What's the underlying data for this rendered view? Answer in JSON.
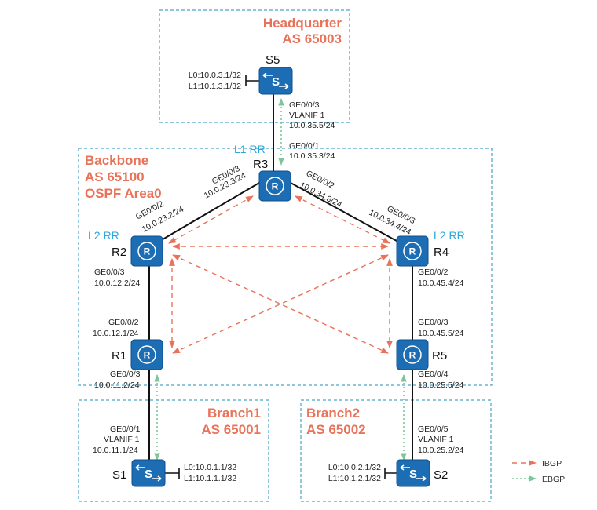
{
  "areas": {
    "headquarter": {
      "name": "Headquarter",
      "as": "AS 65003"
    },
    "backbone": {
      "name": "Backbone",
      "as": "AS 65100",
      "ospf": "OSPF Area0"
    },
    "branch1": {
      "name": "Branch1",
      "as": "AS 65001"
    },
    "branch2": {
      "name": "Branch2",
      "as": "AS 65002"
    }
  },
  "nodes": {
    "s5": {
      "name": "S5",
      "loopbacks": [
        "L0:10.0.3.1/32",
        "L1:10.1.3.1/32"
      ]
    },
    "r3": {
      "name": "R3",
      "rr": "L1 RR"
    },
    "r2": {
      "name": "R2",
      "rr": "L2 RR"
    },
    "r4": {
      "name": "R4",
      "rr": "L2 RR"
    },
    "r1": {
      "name": "R1"
    },
    "r5": {
      "name": "R5"
    },
    "s1": {
      "name": "S1",
      "loopbacks": [
        "L0:10.0.1.1/32",
        "L1:10.1.1.1/32"
      ]
    },
    "s2": {
      "name": "S2",
      "loopbacks": [
        "L0:10.0.2.1/32",
        "L1:10.1.2.1/32"
      ]
    }
  },
  "interfaces": {
    "s5_r3_s5": [
      "GE0/0/3",
      "VLANIF 1",
      "10.0.35.5/24"
    ],
    "s5_r3_r3": [
      "GE0/0/1",
      "10.0.35.3/24"
    ],
    "r3_r2_r3": [
      "GE0/0/3",
      "10.0.23.3/24"
    ],
    "r3_r4_r3": [
      "GE0/0/2",
      "10.0.34.3/24"
    ],
    "r2_r3_r2": [
      "GE0/0/2",
      "10.0.23.2/24"
    ],
    "r4_r3_r4": [
      "GE0/0/3",
      "10.0.34.4/24"
    ],
    "r2_r1_r2": [
      "GE0/0/3",
      "10.0.12.2/24"
    ],
    "r2_r1_r1": [
      "GE0/0/2",
      "10.0.12.1/24"
    ],
    "r4_r5_r4": [
      "GE0/0/2",
      "10.0.45.4/24"
    ],
    "r4_r5_r5": [
      "GE0/0/3",
      "10.0.45.5/24"
    ],
    "r1_s1_r1": [
      "GE0/0/3",
      "10.0.11.2/24"
    ],
    "r5_s2_r5": [
      "GE0/0/4",
      "10.0.25.5/24"
    ],
    "r1_s1_s1": [
      "GE0/0/1",
      "VLANIF 1",
      "10.0.11.1/24"
    ],
    "r5_s2_s2": [
      "GE0/0/5",
      "VLANIF 1",
      "10.0.25.2/24"
    ]
  },
  "device_glyphs": {
    "router": "R",
    "switch": "S"
  },
  "legend": {
    "ibgp": "IBGP",
    "ebgp": "EBGP"
  },
  "colors": {
    "area_border": "#4aa3c8",
    "title": "#e8735a",
    "rr": "#27a8d8",
    "device": "#1c6db4",
    "ibgp": "#e8735a",
    "ebgp": "#7cc79a"
  }
}
